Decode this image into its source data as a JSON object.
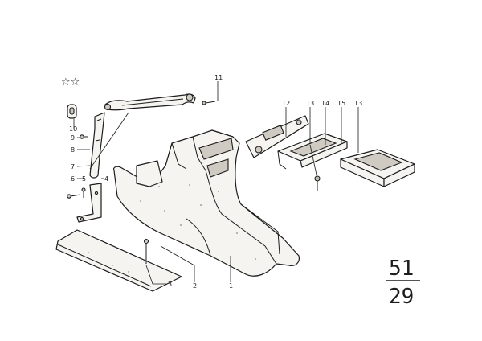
{
  "diagram": {
    "symbols": "☆☆",
    "group_number": "51",
    "sheet_number": "29",
    "callouts": {
      "c1": "1",
      "c2": "2",
      "c3": "3",
      "c4": "4",
      "c5": "5",
      "c6": "6",
      "c7": "7",
      "c8": "8",
      "c9": "9",
      "c10": "10",
      "c11": "11",
      "c12": "12",
      "c13a": "13",
      "c13b": "13",
      "c14": "14",
      "c15": "15"
    }
  }
}
